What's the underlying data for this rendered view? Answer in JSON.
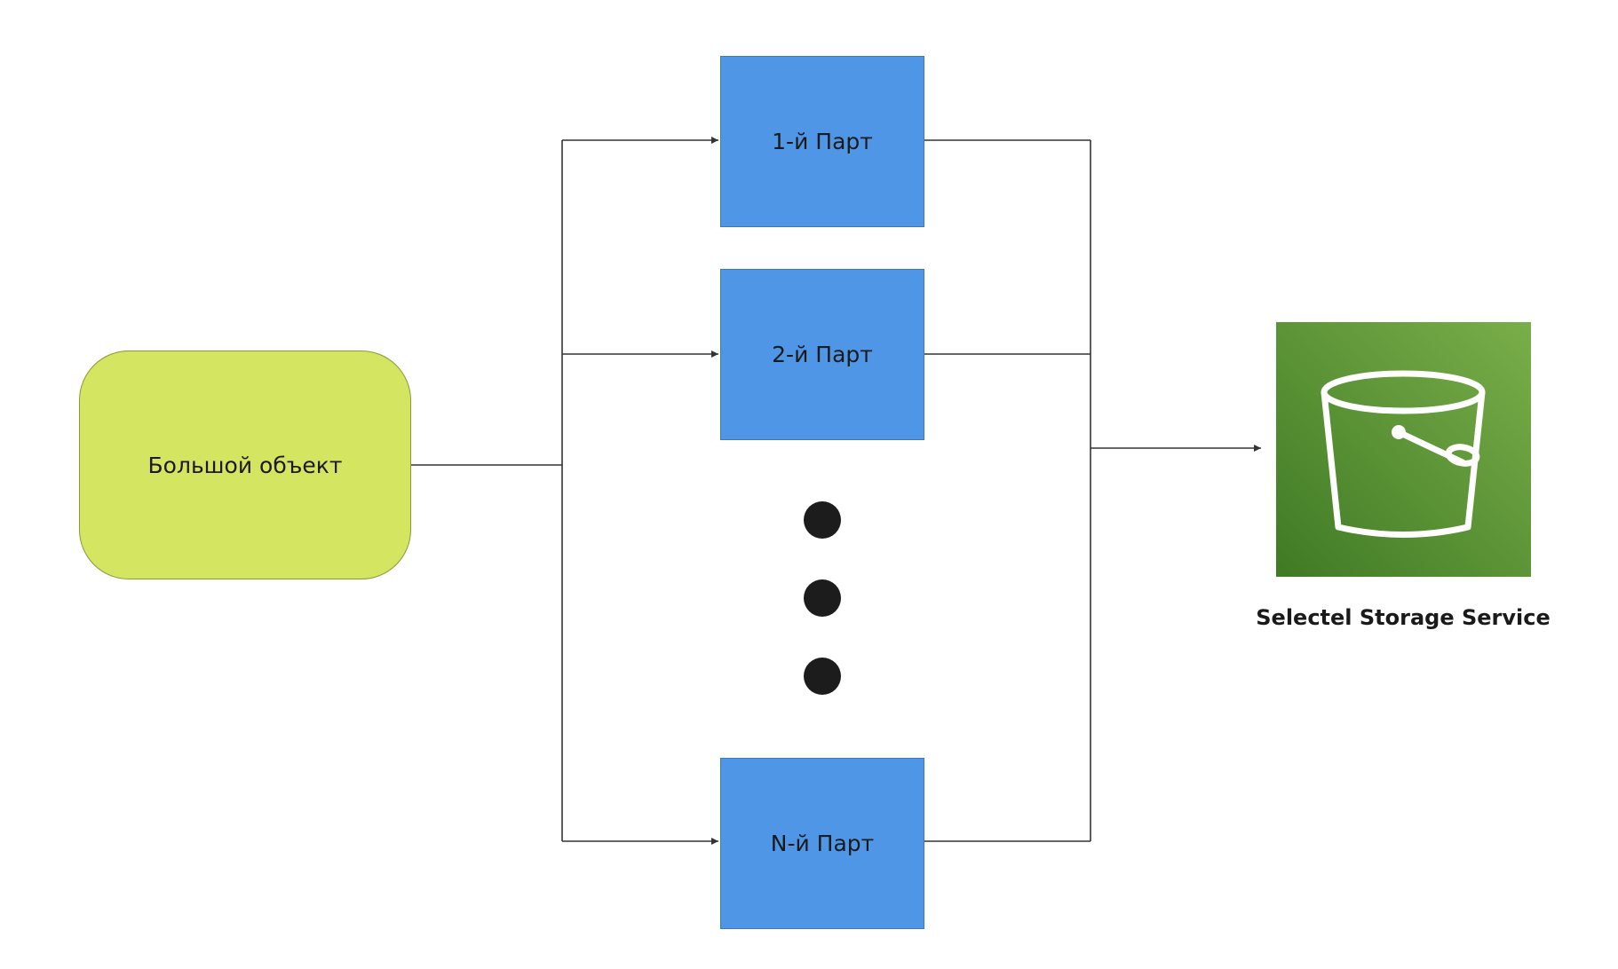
{
  "source": {
    "label": "Большой объект",
    "color": "#d4e562"
  },
  "parts": [
    {
      "label": "1-й Парт"
    },
    {
      "label": "2-й Парт"
    },
    {
      "label": "N-й Парт"
    }
  ],
  "part_color": "#4f97e6",
  "ellipsis_dots": 3,
  "storage": {
    "label": "Selectel Storage Service",
    "icon": "bucket-icon",
    "colors": [
      "#3f7a24",
      "#7aae4a"
    ]
  }
}
